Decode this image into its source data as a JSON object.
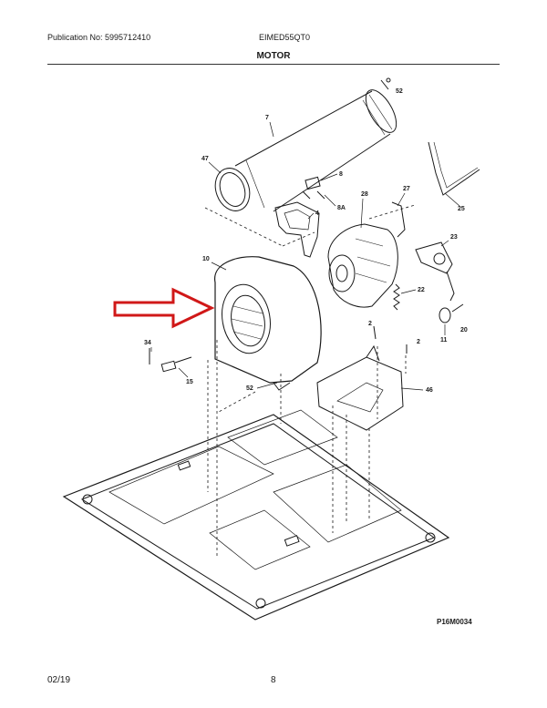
{
  "header": {
    "publication": "Publication No: 5995712410",
    "model": "EIMED55QT0",
    "title": "MOTOR"
  },
  "callouts": [
    "52",
    "7",
    "47",
    "8",
    "8A",
    "28",
    "27",
    "25",
    "4",
    "23",
    "10",
    "22",
    "2",
    "20",
    "11",
    "34",
    "2",
    "15",
    "52",
    "46"
  ],
  "figure_id": "P16M0034",
  "footer": {
    "date": "02/19",
    "page": "8"
  },
  "colors": {
    "line": "#1a1a1a",
    "highlight_arrow": "#d01818"
  },
  "icons": {
    "pointer": "red-outline-arrow-icon"
  }
}
